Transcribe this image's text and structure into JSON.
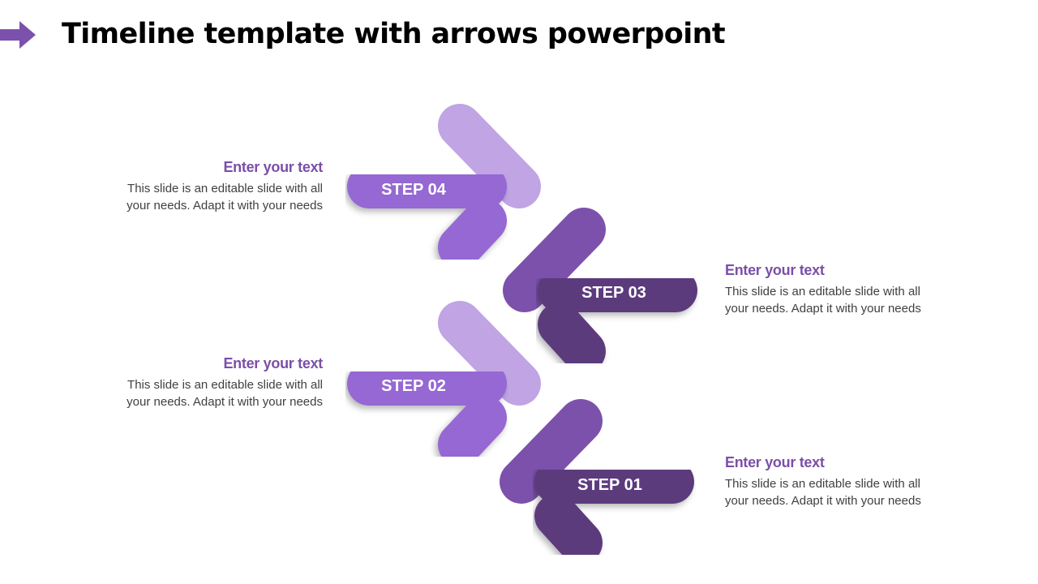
{
  "title": "Timeline template with arrows powerpoint",
  "colors": {
    "light": "#c0a4e4",
    "medium": "#9567d3",
    "dark_top": "#7c51ab",
    "dark_bottom": "#5b3a7d",
    "text_heading": "#7b4fa8"
  },
  "icons": {
    "title_marker": "arrow-right-icon"
  },
  "steps": [
    {
      "label": "STEP 01",
      "heading": "Enter your text",
      "body_line1": "This slide is an editable slide with all",
      "body_line2": "your needs. Adapt it with your needs"
    },
    {
      "label": "STEP 02",
      "heading": "Enter your text",
      "body_line1": "This slide is an editable slide with all",
      "body_line2": "your needs. Adapt it with your needs"
    },
    {
      "label": "STEP 03",
      "heading": "Enter your text",
      "body_line1": "This slide is an editable slide with all",
      "body_line2": "your needs. Adapt it with your needs"
    },
    {
      "label": "STEP 04",
      "heading": "Enter your text",
      "body_line1": "This slide is an editable slide with all",
      "body_line2": "your needs. Adapt it with your needs"
    }
  ]
}
